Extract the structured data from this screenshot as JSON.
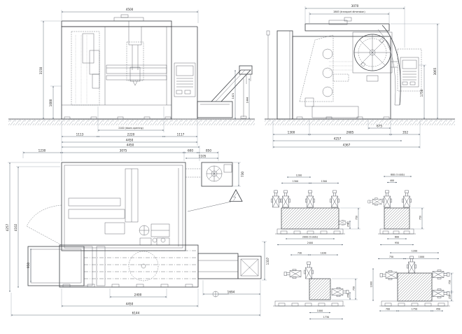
{
  "colors": {
    "background": "#ffffff",
    "line": "#3c3f44",
    "dimension": "#55616e"
  },
  "icons": {
    "hazard_triangle": "lightning-warning-triangle",
    "datum_point": "leveling-datum-circle",
    "fan": "cooling-fan-rosette"
  },
  "front_view": {
    "w_top": "4500",
    "h_left": "3150",
    "h_low": "1000",
    "doors": "2100 (doors opening)",
    "s1": "1113",
    "s2": "2220",
    "s3": "1117",
    "w_base": "4450",
    "conv_h": "1421",
    "conv_h2": "1444"
  },
  "side_view": {
    "w_top": "3070",
    "w_transport": "2883 (transport dimension)",
    "h_right": "3065",
    "h_panel": "1750",
    "chute": "675",
    "s1": "1300",
    "s2": "2685",
    "s3": "352",
    "w_mid": "4257",
    "w_base": "4367"
  },
  "plan_view": {
    "w_top": "4450",
    "s1": "1230",
    "s2": "3075",
    "s3": "600",
    "s4": "850",
    "fan_w": "1105",
    "fan_d": "730",
    "d_out": "4257",
    "d_in": "4102",
    "plat": "950",
    "conv_d": "1337",
    "b1": "2400",
    "b2": "4450",
    "b3": "1694",
    "b4": "6144"
  },
  "foundation": {
    "d1": {
      "t1": "1200",
      "t2": "1300",
      "t3": "1300",
      "r1": "750",
      "r2": "250",
      "b1": "2000 (t-slots)",
      "b2": "2400"
    },
    "d2": {
      "t1": "800 (t-slots)",
      "t2": "400",
      "r1": "750",
      "b1": "800",
      "b2": "950"
    },
    "d3": {
      "t1": "730",
      "t2": "1030",
      "r1": "750",
      "r2": "250",
      "b1": "1000",
      "b2": "1730"
    },
    "d4": {
      "t1": "1200",
      "t2": "750",
      "t3": "1000",
      "l1": "1000",
      "r1": "750",
      "r2": "250",
      "b1": "700",
      "b2": "1750",
      "b3": "450"
    }
  }
}
